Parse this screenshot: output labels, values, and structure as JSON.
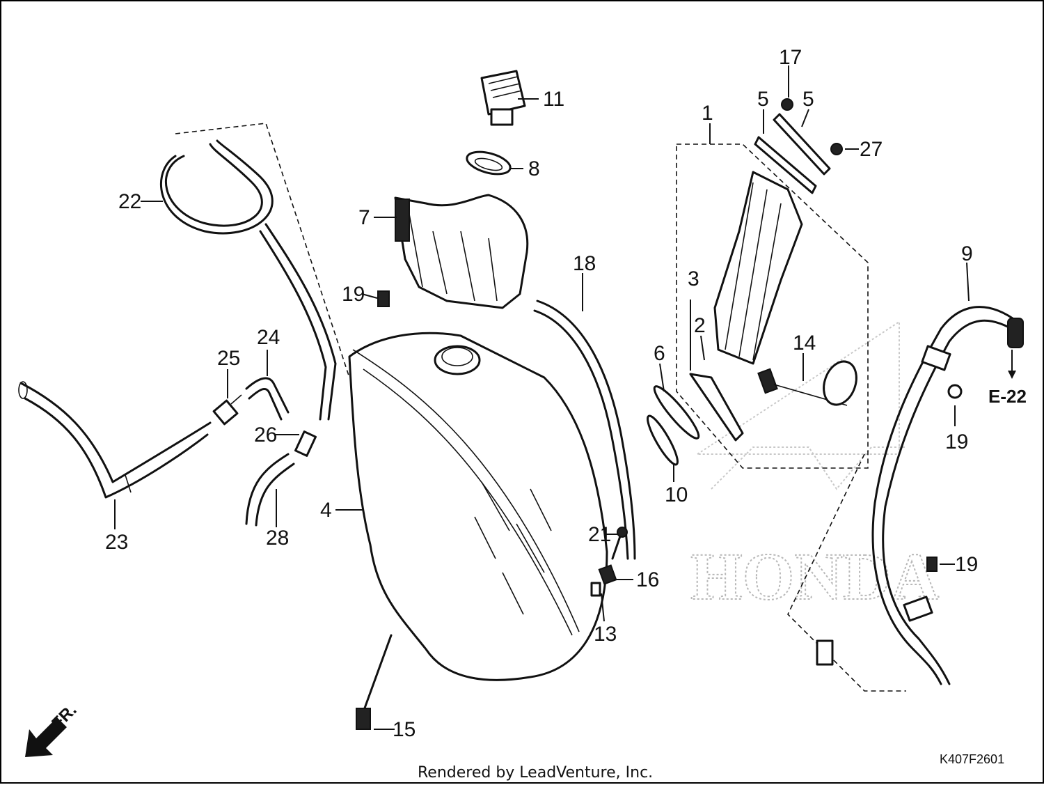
{
  "diagram": {
    "watermark_text": "HONDA",
    "part_labels": [
      {
        "id": "1",
        "text": "1"
      },
      {
        "id": "2",
        "text": "2"
      },
      {
        "id": "3",
        "text": "3"
      },
      {
        "id": "4",
        "text": "4"
      },
      {
        "id": "5a",
        "text": "5"
      },
      {
        "id": "5b",
        "text": "5"
      },
      {
        "id": "6",
        "text": "6"
      },
      {
        "id": "7",
        "text": "7"
      },
      {
        "id": "8",
        "text": "8"
      },
      {
        "id": "9",
        "text": "9"
      },
      {
        "id": "10",
        "text": "10"
      },
      {
        "id": "11",
        "text": "11"
      },
      {
        "id": "13",
        "text": "13"
      },
      {
        "id": "14",
        "text": "14"
      },
      {
        "id": "15",
        "text": "15"
      },
      {
        "id": "16",
        "text": "16"
      },
      {
        "id": "17",
        "text": "17"
      },
      {
        "id": "18",
        "text": "18"
      },
      {
        "id": "19a",
        "text": "19"
      },
      {
        "id": "19b",
        "text": "19"
      },
      {
        "id": "19c",
        "text": "19"
      },
      {
        "id": "21",
        "text": "21"
      },
      {
        "id": "22",
        "text": "22"
      },
      {
        "id": "23",
        "text": "23"
      },
      {
        "id": "24",
        "text": "24"
      },
      {
        "id": "25",
        "text": "25"
      },
      {
        "id": "26",
        "text": "26"
      },
      {
        "id": "27",
        "text": "27"
      },
      {
        "id": "28",
        "text": "28"
      }
    ],
    "reference": "E-22",
    "direction": "FR.",
    "diagram_code": "K407F2601",
    "credit": "Rendered by LeadVenture, Inc."
  }
}
